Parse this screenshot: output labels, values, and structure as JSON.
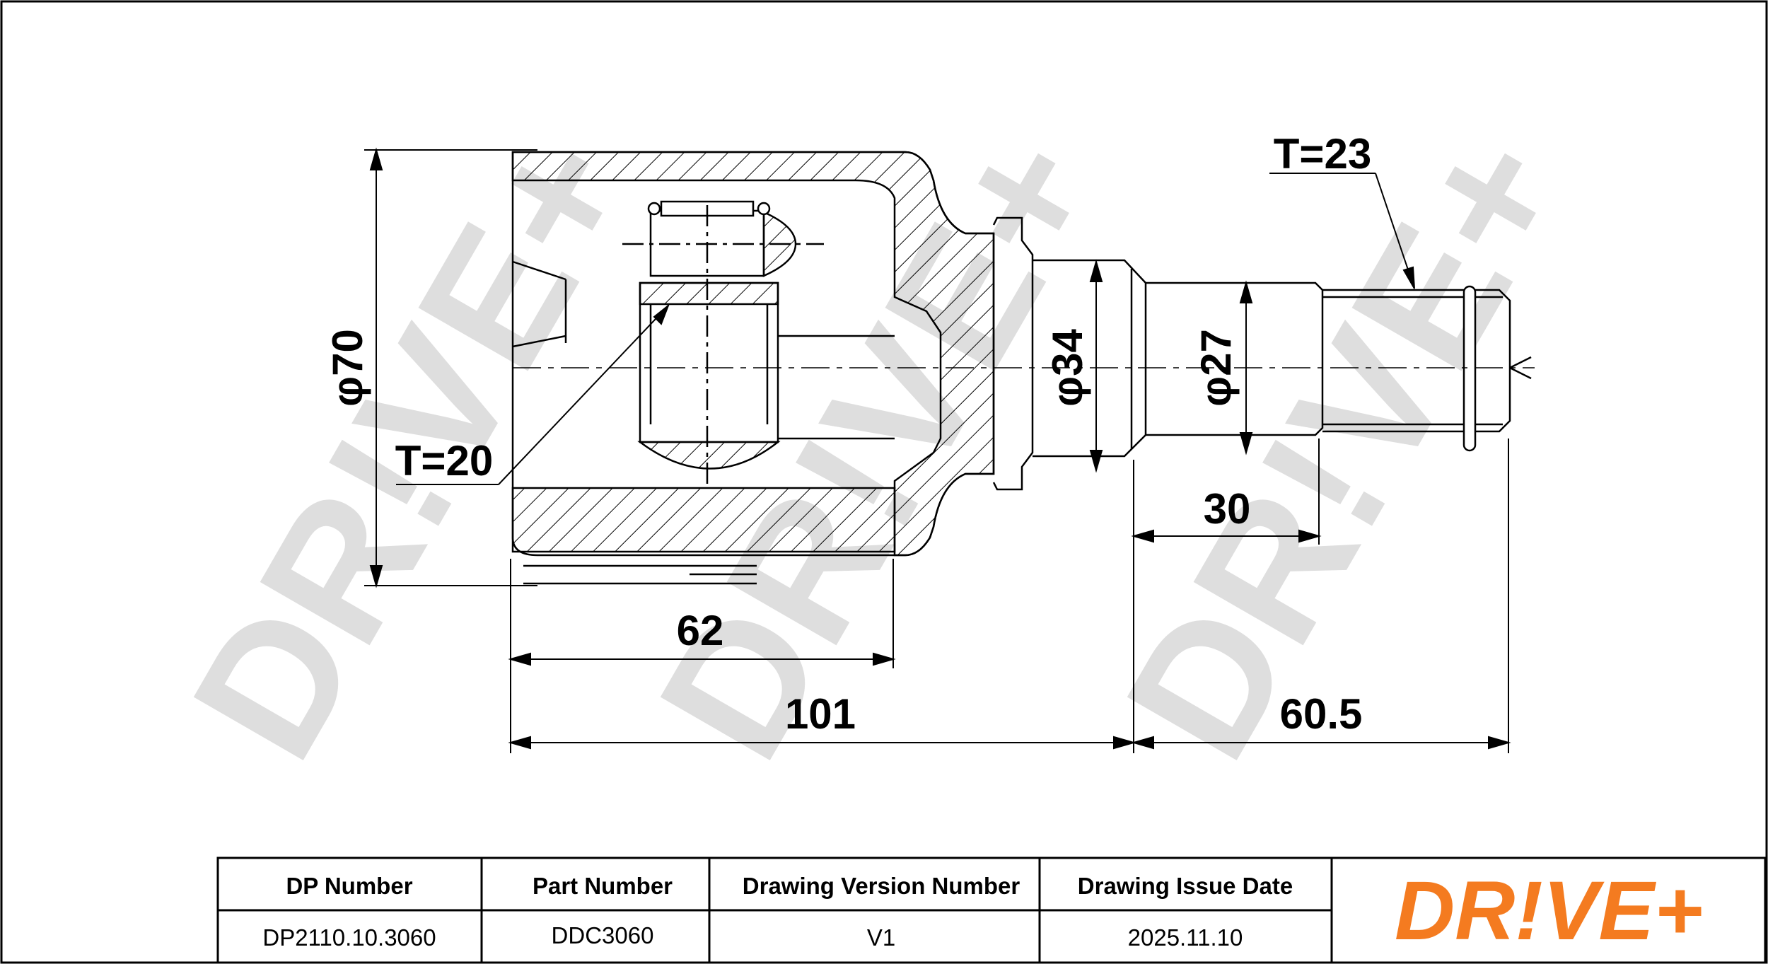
{
  "watermark": {
    "text": "DR!VE+"
  },
  "dimensions": {
    "dia_outer": "φ70",
    "dia_boot": "φ34",
    "dia_shaft": "φ27",
    "teeth_inner": "T=20",
    "teeth_shaft": "T=23",
    "len_body": "62",
    "len_total": "101",
    "len_shaft": "60.5",
    "len_spline": "30"
  },
  "title_block": {
    "headers": [
      "DP Number",
      "Part Number",
      "Drawing Version Number",
      "Drawing Issue Date"
    ],
    "values": [
      "DP2110.10.3060",
      "DDC3060",
      "V1",
      "2025.11.10"
    ]
  },
  "logo": {
    "text": "DR!VE+",
    "color": "#f47b20"
  }
}
